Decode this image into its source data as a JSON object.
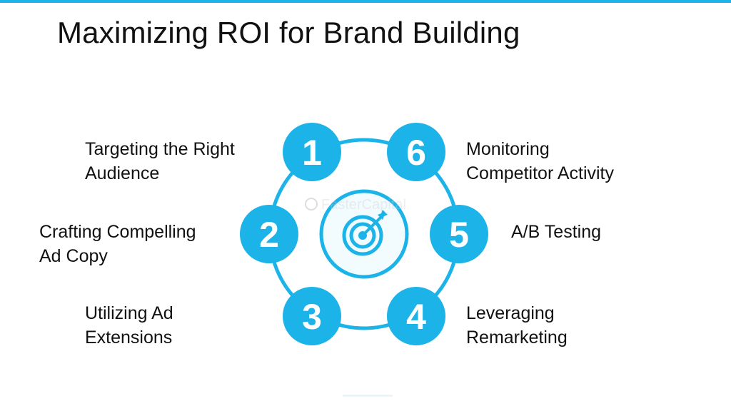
{
  "title": "Maximizing ROI for Brand Building",
  "colors": {
    "accent": "#1bb3e8",
    "accent_light": "#3ec6f2",
    "ring_fill": "#f2fbfe"
  },
  "center_icon": "target-arrow-icon",
  "watermark": "FasterCapital",
  "steps": [
    {
      "number": "1",
      "lines": [
        "Targeting the Right",
        "Audience"
      ]
    },
    {
      "number": "2",
      "lines": [
        "Crafting Compelling",
        "Ad Copy"
      ]
    },
    {
      "number": "3",
      "lines": [
        "Utilizing Ad",
        "Extensions"
      ]
    },
    {
      "number": "4",
      "lines": [
        "Leveraging",
        "Remarketing"
      ]
    },
    {
      "number": "5",
      "lines": [
        "A/B Testing"
      ]
    },
    {
      "number": "6",
      "lines": [
        "Monitoring",
        "Competitor Activity"
      ]
    }
  ]
}
